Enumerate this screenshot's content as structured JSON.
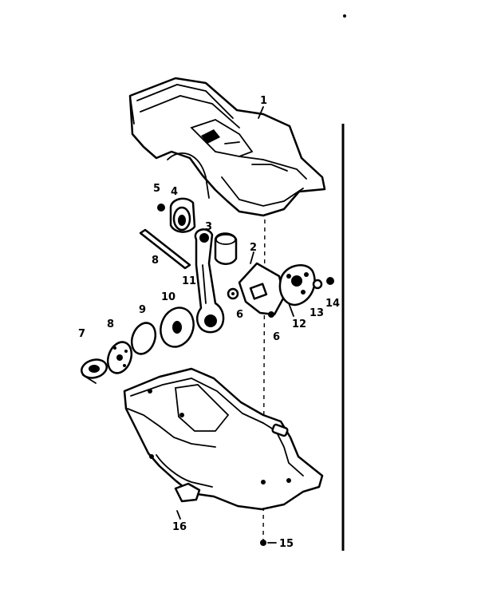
{
  "diagram": {
    "callouts": {
      "p1": "1",
      "p2": "2",
      "p3": "3",
      "p4": "4",
      "p5": "5",
      "p6a": "6",
      "p6b": "6",
      "p7": "7",
      "p8a": "8",
      "p8b": "8",
      "p9": "9",
      "p10": "10",
      "p11": "11",
      "p12": "12",
      "p13": "13",
      "p14": "14",
      "p15": "15",
      "p16": "16"
    }
  }
}
